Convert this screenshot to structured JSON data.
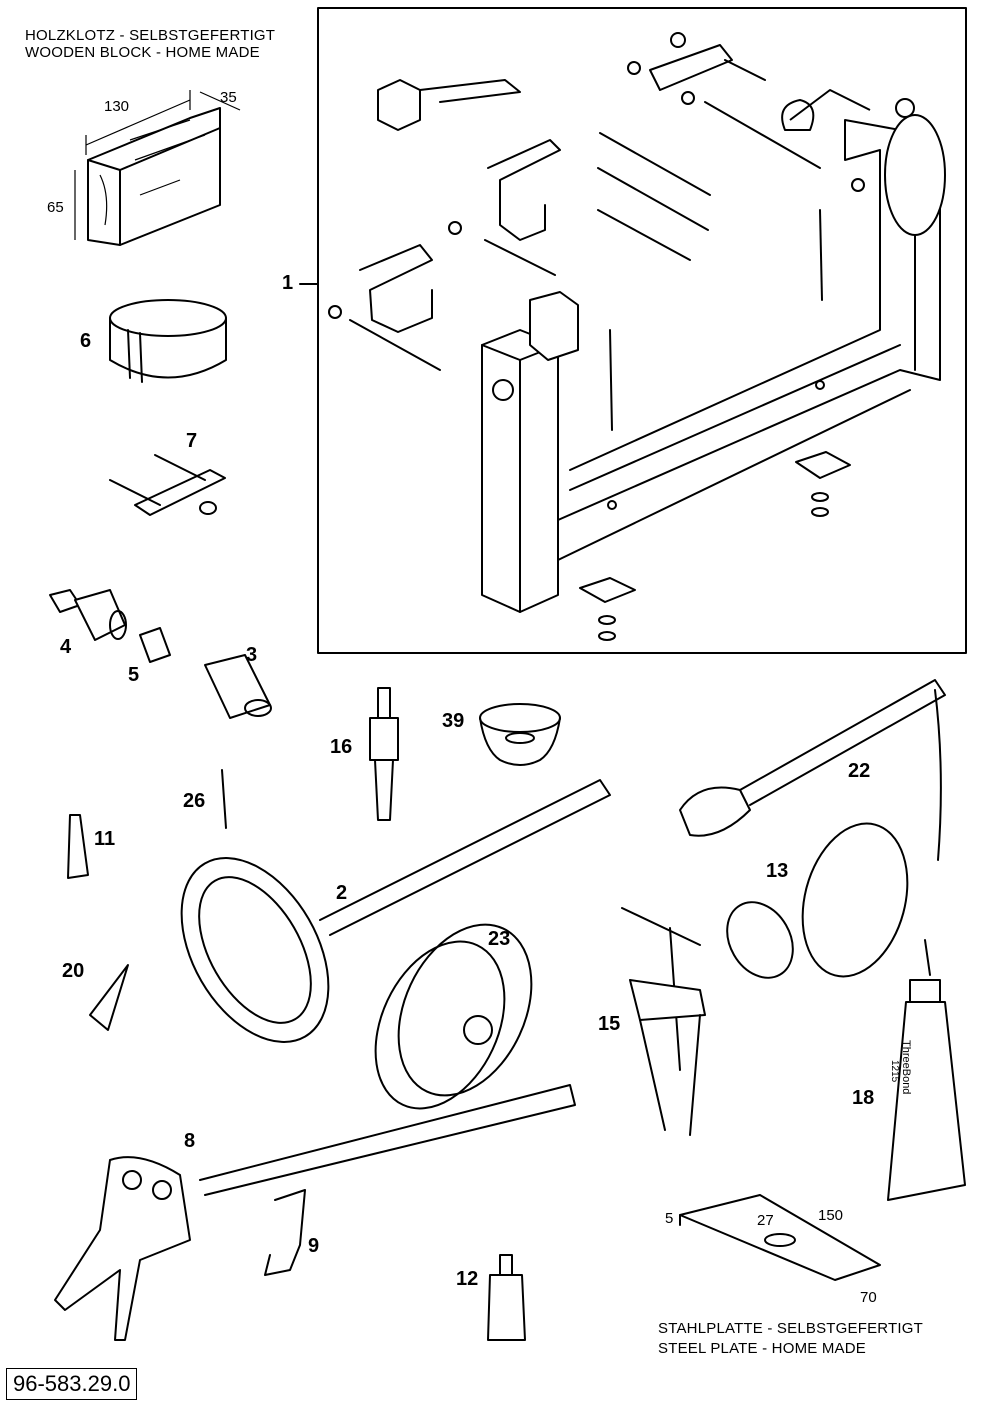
{
  "captions": {
    "wooden_block_de": "HOLZKLOTZ - SELBSTGEFERTIGT",
    "wooden_block_en": "WOODEN BLOCK - HOME MADE",
    "steel_plate_de": "STAHLPLATTE - SELBSTGEFERTIGT",
    "steel_plate_en": "STEEL PLATE - HOME MADE"
  },
  "part_number": "96-583.29.0",
  "dimensions": {
    "block_length": "130",
    "block_depth": "35",
    "block_height": "65",
    "plate_thickness": "5",
    "plate_hole": "27",
    "plate_length": "150",
    "plate_width": "70"
  },
  "tube_labels": {
    "brand": "ThreeBond",
    "code": "1215"
  },
  "callouts": [
    "1",
    "6",
    "7",
    "4",
    "5",
    "3",
    "39",
    "16",
    "26",
    "11",
    "2",
    "22",
    "13",
    "23",
    "20",
    "15",
    "18",
    "8",
    "9",
    "12"
  ]
}
